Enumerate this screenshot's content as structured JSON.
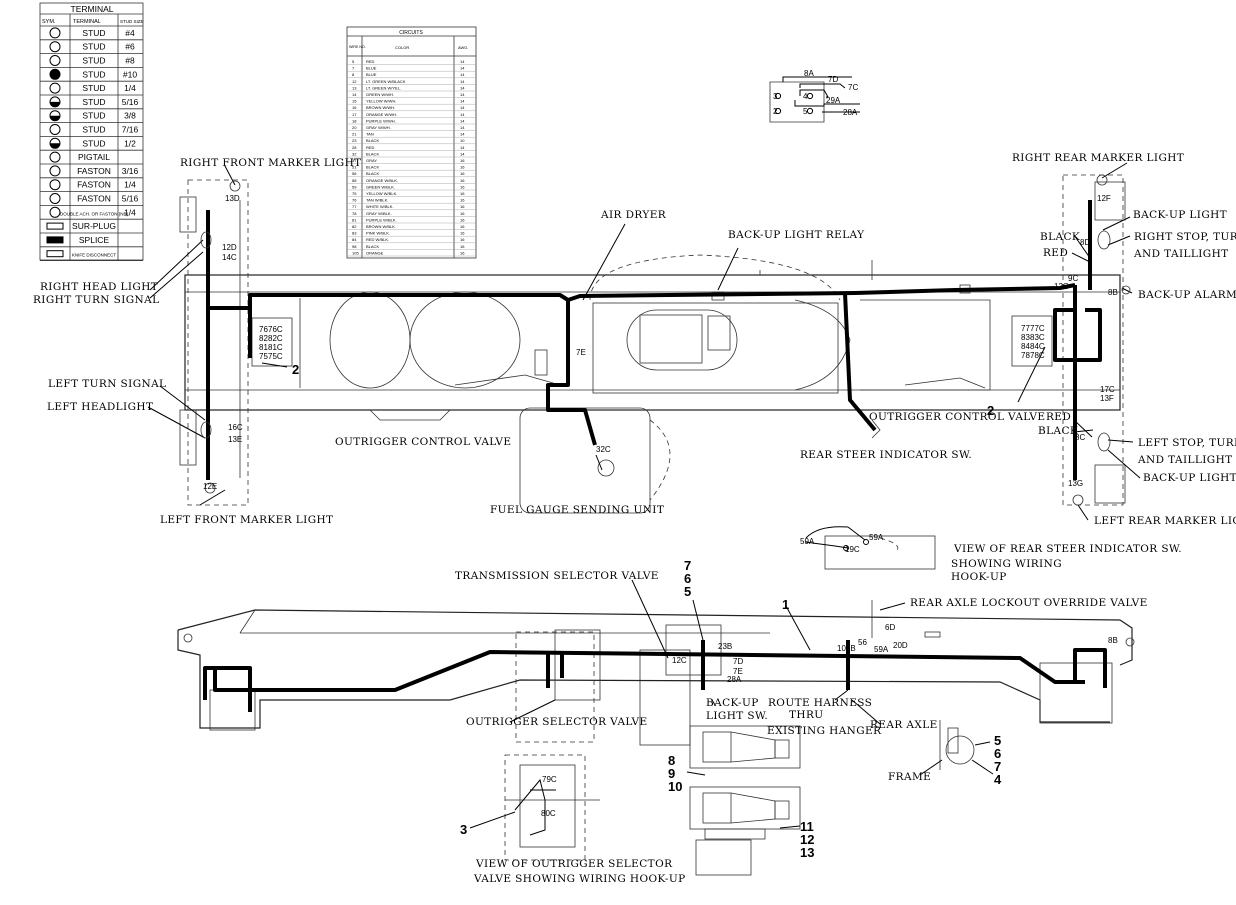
{
  "terminal_legend": {
    "title": "TERMINAL",
    "headers": [
      "SYM.",
      "TERMINAL",
      "STUD SIZE"
    ],
    "rows": [
      {
        "icon": "stud-ring-icon",
        "terminal": "STUD",
        "size": "#4"
      },
      {
        "icon": "stud-open-circle-icon",
        "terminal": "STUD",
        "size": "#6"
      },
      {
        "icon": "stud-ring-double-icon",
        "terminal": "STUD",
        "size": "#8"
      },
      {
        "icon": "stud-filled-circle-icon",
        "terminal": "STUD",
        "size": "#10"
      },
      {
        "icon": "stud-cross-circle-icon",
        "terminal": "STUD",
        "size": "1/4"
      },
      {
        "icon": "stud-quarter-fill-icon",
        "terminal": "STUD",
        "size": "5/16"
      },
      {
        "icon": "stud-half-fill-icon",
        "terminal": "STUD",
        "size": "3/8"
      },
      {
        "icon": "stud-hatched-icon",
        "terminal": "STUD",
        "size": "7/16"
      },
      {
        "icon": "stud-lower-half-icon",
        "terminal": "STUD",
        "size": "1/2"
      },
      {
        "icon": "pigtail-icon",
        "terminal": "PIGTAIL",
        "size": ""
      },
      {
        "icon": "faston-ring-icon",
        "terminal": "FASTON",
        "size": "3/16"
      },
      {
        "icon": "faston-cross-icon",
        "terminal": "FASTON",
        "size": "1/4"
      },
      {
        "icon": "faston-dot-icon",
        "terminal": "FASTON",
        "size": "5/16"
      },
      {
        "icon": "double-faston-icon",
        "terminal": "DOUBLE ACH. OR FASTON (NB)",
        "size": "1/4"
      },
      {
        "icon": "sur-plug-icon",
        "terminal": "SUR-PLUG",
        "size": ""
      },
      {
        "icon": "splice-icon",
        "terminal": "SPLICE",
        "size": ""
      },
      {
        "icon": "knife-disconnect-icon",
        "terminal": "KNIFE DISCONNECT",
        "size": ""
      }
    ]
  },
  "circuits_table": {
    "title": "CIRCUITS",
    "headers": [
      "WIRE NO.",
      "COLOR",
      "AWG."
    ],
    "rows": [
      {
        "no": "5",
        "color": "RED",
        "awg": "14"
      },
      {
        "no": "7",
        "color": "BLUE",
        "awg": "14"
      },
      {
        "no": "8",
        "color": "BLUE",
        "awg": "14"
      },
      {
        "no": "12",
        "color": "LT. GREEN W/BLACK",
        "awg": "14"
      },
      {
        "no": "13",
        "color": "LT. GREEN W/YEL.",
        "awg": "14"
      },
      {
        "no": "14",
        "color": "GREEN W/WH.",
        "awg": "14"
      },
      {
        "no": "15",
        "color": "YELLOW W/WH.",
        "awg": "14"
      },
      {
        "no": "16",
        "color": "BROWN W/WH.",
        "awg": "14"
      },
      {
        "no": "17",
        "color": "ORANGE W/WH.",
        "awg": "14"
      },
      {
        "no": "18",
        "color": "PURPLE W/WH.",
        "awg": "14"
      },
      {
        "no": "20",
        "color": "GRAY W/WH.",
        "awg": "14"
      },
      {
        "no": "21",
        "color": "TAN",
        "awg": "14"
      },
      {
        "no": "23",
        "color": "BLACK",
        "awg": "10"
      },
      {
        "no": "28",
        "color": "RED",
        "awg": "14"
      },
      {
        "no": "32",
        "color": "BLACK",
        "awg": "14"
      },
      {
        "no": "37",
        "color": "GRAY",
        "awg": "16"
      },
      {
        "no": "51",
        "color": "BLACK",
        "awg": "16"
      },
      {
        "no": "56",
        "color": "BLACK",
        "awg": "16"
      },
      {
        "no": "58",
        "color": "ORANGE W/BLK.",
        "awg": "16"
      },
      {
        "no": "59",
        "color": "GREEN W/BLK.",
        "awg": "16"
      },
      {
        "no": "75",
        "color": "YELLOW W/BLK.",
        "awg": "16"
      },
      {
        "no": "76",
        "color": "TAN W/BLK.",
        "awg": "16"
      },
      {
        "no": "77",
        "color": "WHITE W/BLK.",
        "awg": "16"
      },
      {
        "no": "78",
        "color": "GRAY W/BLK.",
        "awg": "16"
      },
      {
        "no": "81",
        "color": "PURPLE W/BLK.",
        "awg": "16"
      },
      {
        "no": "82",
        "color": "BROWN W/BLK.",
        "awg": "16"
      },
      {
        "no": "83",
        "color": "PINK W/BLK.",
        "awg": "16"
      },
      {
        "no": "84",
        "color": "RED W/BLK.",
        "awg": "16"
      },
      {
        "no": "98",
        "color": "BLACK",
        "awg": "16"
      },
      {
        "no": "105",
        "color": "ORANGE",
        "awg": "16"
      }
    ]
  },
  "relay_detail": {
    "labels": {
      "w8a": "8A",
      "w7d": "7D",
      "w7c": "7C",
      "t3": "3",
      "t4": "4",
      "t2": "2",
      "t5": "5",
      "w29a": "29A",
      "w28a": "28A"
    }
  },
  "top_labels": {
    "right_front_marker": "RIGHT FRONT MARKER LIGHT",
    "right_head_light": "RIGHT HEAD LIGHT",
    "right_turn_signal": "RIGHT TURN SIGNAL",
    "left_turn_signal": "LEFT TURN SIGNAL",
    "left_headlight": "LEFT HEADLIGHT",
    "left_front_marker": "LEFT FRONT MARKER LIGHT",
    "air_dryer": "AIR DRYER",
    "backup_relay": "BACK-UP LIGHT RELAY",
    "outrigger_valve_left": "OUTRIGGER CONTROL VALVE",
    "fuel_gauge": "FUEL GAUGE SENDING UNIT",
    "rear_steer_indicator": "REAR STEER INDICATOR SW.",
    "outrigger_valve_right": "OUTRIGGER CONTROL VALVE",
    "right_rear_marker": "RIGHT REAR MARKER LIGHT",
    "backup_light_right": "BACK-UP LIGHT",
    "right_stop_turn": "RIGHT STOP, TURN",
    "and_taillight_right": "AND TAILLIGHT",
    "black_right": "BLACK",
    "red_right": "RED",
    "backup_alarm": "BACK-UP ALARM",
    "red_left": "RED",
    "black_left": "BLACK",
    "left_stop_turn": "LEFT STOP, TURN",
    "and_taillight_left": "AND TAILLIGHT",
    "backup_light_left": "BACK-UP LIGHT",
    "left_rear_marker": "LEFT REAR MARKER LIGHT",
    "num_2_left": "2",
    "num_2_right": "2"
  },
  "wire_tags": {
    "t13d": "13D",
    "t12d": "12D",
    "t14c": "14C",
    "t76c": "76C",
    "t82c": "82C",
    "t81c": "81C",
    "t75c": "75C",
    "t76": "76",
    "t82": "82",
    "t81": "81",
    "t75": "75",
    "t16c": "16C",
    "t13e": "13E",
    "t12e": "12E",
    "t7e": "7E",
    "t32c": "32C",
    "t12f": "12F",
    "t8d": "8D",
    "t9c": "9C",
    "t12g": "12G",
    "t8b": "8B",
    "t77c": "77C",
    "t83c": "83C",
    "t84c": "84C",
    "t78c": "78C",
    "t77": "77",
    "t83": "83",
    "t84": "84",
    "t78": "78",
    "t17c": "17C",
    "t13f": "13F",
    "t8c": "8C",
    "t13g": "13G"
  },
  "rear_steer_view": {
    "w59a_l": "59A",
    "w59a_r": "59A",
    "w19c": "19C",
    "caption_1": "VIEW OF REAR STEER INDICATOR SW.",
    "caption_2": "SHOWING WIRING",
    "caption_3": "HOOK-UP"
  },
  "side_view": {
    "transmission_valve": "TRANSMISSION SELECTOR  VALVE",
    "rear_axle_lockout": "REAR AXLE LOCKOUT OVERRIDE VALVE",
    "outrigger_selector": "OUTRIGGER SELECTOR VALVE",
    "backup_sw_1": "BACK-UP",
    "backup_sw_2": "LIGHT SW.",
    "route_1": "ROUTE HARNESS",
    "route_2": "THRU",
    "route_3": "EXISTING HANGER",
    "rear_axle": "REAR AXLE",
    "frame": "FRAME",
    "caption_1": "VIEW OF OUTRIGGER SELECTOR",
    "caption_2": "VALVE SHOWING WIRING HOOK-UP",
    "tags": {
      "t12c": "12C",
      "t23b": "23B",
      "t7d": "7D",
      "t7e": "7E",
      "t28a": "28A",
      "t105b": "105B",
      "t56": "56",
      "t59a": "59A",
      "t20d": "20D",
      "t6d": "6D",
      "t8b": "8B",
      "t79c": "79C",
      "t80c": "80C"
    },
    "nums": {
      "n7": "7",
      "n6": "6",
      "n5": "5",
      "n1": "1",
      "n8": "8",
      "n9": "9",
      "n10": "10",
      "n11": "11",
      "n12": "12",
      "n13": "13",
      "n3": "3",
      "n5b": "5",
      "n6b": "6",
      "n7b": "7",
      "n4": "4"
    }
  }
}
